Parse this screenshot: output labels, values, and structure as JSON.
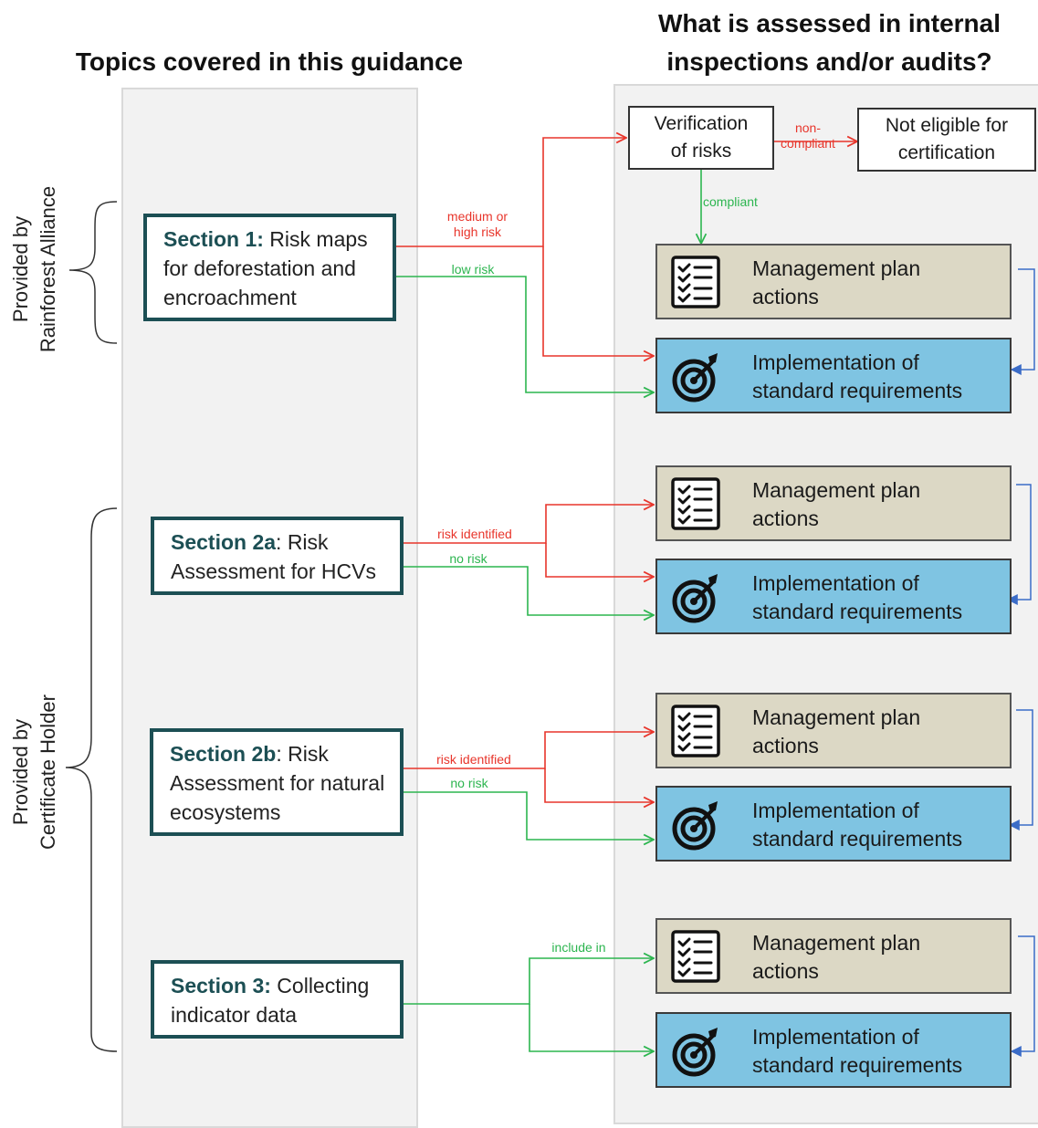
{
  "headings": {
    "left": "Topics covered in this guidance",
    "right_line1": "What is assessed in internal",
    "right_line2": "inspections and/or audits?"
  },
  "side_labels": {
    "ra_line1": "Provided by",
    "ra_line2": "Rainforest Alliance",
    "ch_line1": "Provided by",
    "ch_line2": "Certificate Holder"
  },
  "sections": [
    {
      "lead": "Section 1:",
      "rest": " Risk maps for deforestation and encroachment"
    },
    {
      "lead": "Section 2a",
      "rest": ": Risk Assessment for HCVs"
    },
    {
      "lead": "Section 2b",
      "rest": ": Risk Assessment for natural ecosystems"
    },
    {
      "lead": "Section 3:",
      "rest": " Collecting indicator data"
    }
  ],
  "verification": {
    "line1": "Verification",
    "line2": "of risks"
  },
  "not_eligible": {
    "line1": "Not eligible for",
    "line2": "certification"
  },
  "outcome_labels": {
    "management_line1": "Management plan",
    "management_line2": "actions",
    "implementation_line1": "Implementation of",
    "implementation_line2": "standard requirements"
  },
  "arrow_labels": {
    "medium_high_line1": "medium or",
    "medium_high_line2": "high risk",
    "low_risk": "low risk",
    "non_compliant_line1": "non-",
    "non_compliant_line2": "compliant",
    "compliant": "compliant",
    "risk_identified": "risk identified",
    "no_risk": "no risk",
    "include_in": "include in"
  },
  "colors": {
    "red_arrow": "#e8352b",
    "green_arrow": "#2cb54f",
    "blue_bracket": "#3b6cc7",
    "section_border": "#1c4f54",
    "management_fill": "#dcd8c5",
    "implementation_fill": "#7fc4e2"
  },
  "icons": {
    "management": "checklist-icon",
    "implementation": "target-icon"
  }
}
